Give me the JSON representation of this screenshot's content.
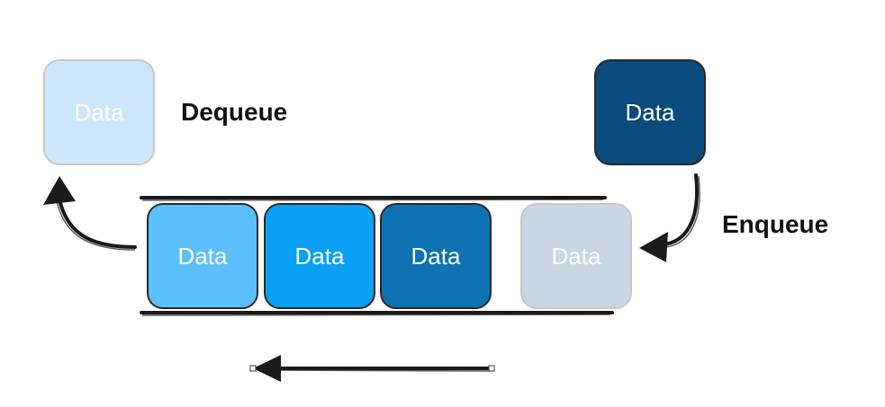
{
  "dequeue": {
    "label": "Dequeue",
    "item": {
      "label": "Data",
      "color": "#cce7fb"
    }
  },
  "enqueue": {
    "label": "Enqueue",
    "item": {
      "label": "Data",
      "color": "#0a4a7c"
    }
  },
  "queue": {
    "items": [
      {
        "label": "Data",
        "color": "#5bc0fb"
      },
      {
        "label": "Data",
        "color": "#0aa0f6"
      },
      {
        "label": "Data",
        "color": "#0e72b3"
      },
      {
        "label": "Data",
        "color": "#cad6e3"
      }
    ]
  }
}
